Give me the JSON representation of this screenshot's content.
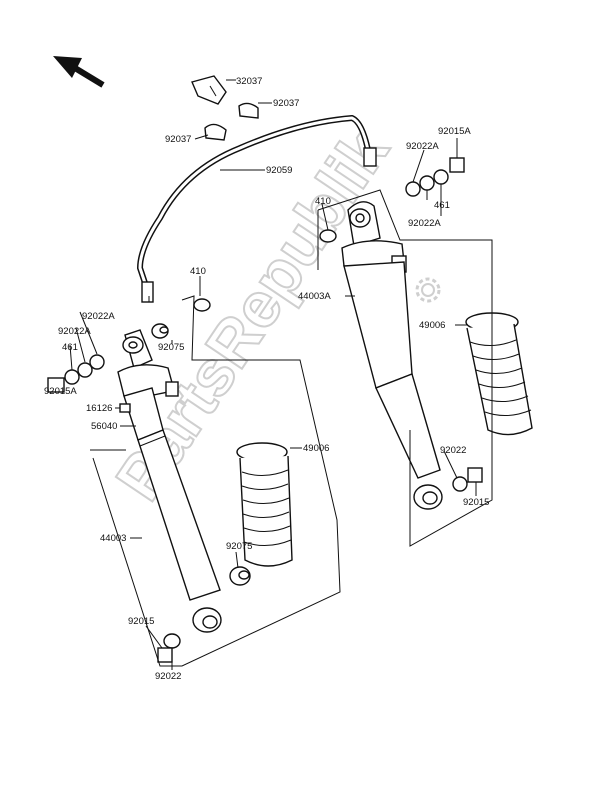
{
  "diagram": {
    "watermark": "PartsRepublik",
    "parts": {
      "p32037": "32037",
      "p92037_upper": "92037",
      "p92037_lower": "92037",
      "p92059": "92059",
      "p410_left": "410",
      "p410_right": "410",
      "p92022A_a": "92022A",
      "p92022A_b": "92022A",
      "p461_left": "461",
      "p92015A_left": "92015A",
      "p92075_upper": "92075",
      "p16126": "16126",
      "p56040": "56040",
      "p49006_left": "49006",
      "p44003": "44003",
      "p92075_lower": "92075",
      "p92015_left": "92015",
      "p92022_left": "92022",
      "p92015A_right": "92015A",
      "p92022A_right_top": "92022A",
      "p461_right": "461",
      "p92022A_right_bottom": "92022A",
      "p44003A": "44003A",
      "p49006_right": "49006",
      "p92022_right": "92022",
      "p92015_right": "92015"
    }
  }
}
